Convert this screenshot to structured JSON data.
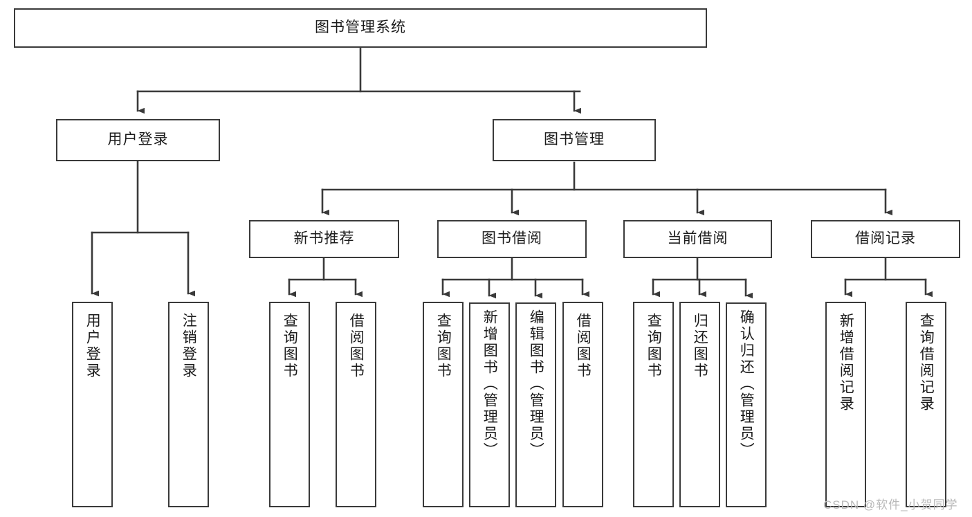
{
  "diagram": {
    "type": "tree-hierarchy-chart",
    "title": "图书管理系统",
    "stroke_color": "#3a3a3a",
    "fill_color": "#ffffff",
    "text_color": "#1b1b1b",
    "levels": 4,
    "nodes": {
      "root": {
        "label": "图书管理系统"
      },
      "level2": [
        {
          "label": "用户登录"
        },
        {
          "label": "图书管理"
        }
      ],
      "level3": [
        {
          "label": "新书推荐"
        },
        {
          "label": "图书借阅"
        },
        {
          "label": "当前借阅"
        },
        {
          "label": "借阅记录"
        }
      ],
      "leaves": {
        "user_login": [
          {
            "label": "用户登录"
          },
          {
            "label": "注销登录"
          }
        ],
        "new_book_recommend": [
          {
            "label": "查询图书"
          },
          {
            "label": "借阅图书"
          }
        ],
        "book_borrow": [
          {
            "label": "查询图书"
          },
          {
            "label": "新增图书（管理员）"
          },
          {
            "label": "编辑图书（管理员）"
          },
          {
            "label": "借阅图书"
          }
        ],
        "current_borrow": [
          {
            "label": "查询图书"
          },
          {
            "label": "归还图书"
          },
          {
            "label": "确认归还（管理员）"
          }
        ],
        "borrow_record": [
          {
            "label": "新增借阅记录"
          },
          {
            "label": "查询借阅记录"
          }
        ]
      }
    },
    "watermark": "CSDN @软件_小贺同学"
  }
}
